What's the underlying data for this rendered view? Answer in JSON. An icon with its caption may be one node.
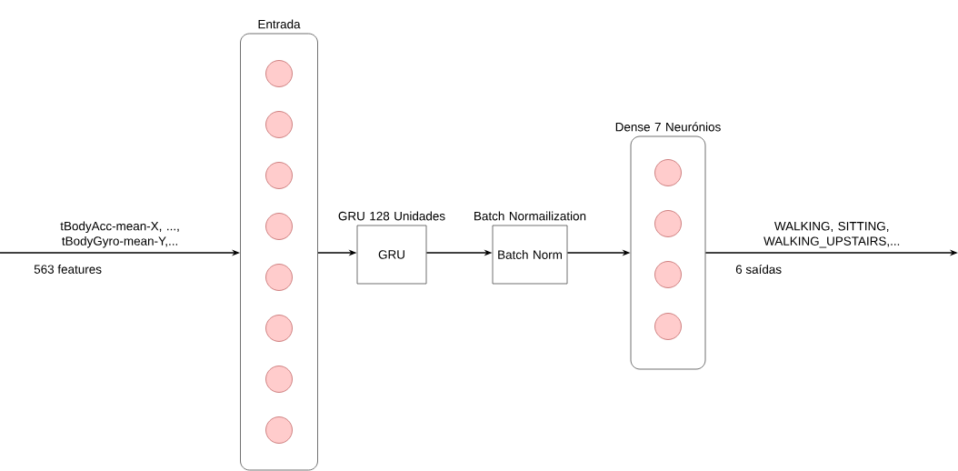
{
  "diagram": {
    "nodes": [
      {
        "text": [
          "Entrada"
        ]
      },
      {
        "text": [],
        "shape": "circle",
        "in": 0
      },
      {
        "text": [],
        "shape": "circle",
        "in": 0
      },
      {
        "text": [],
        "shape": "circle",
        "in": 0
      },
      {
        "text": [],
        "shape": "circle",
        "in": 0
      },
      {
        "text": [],
        "shape": "circle",
        "in": 0
      },
      {
        "text": [],
        "shape": "circle",
        "in": 0
      },
      {
        "text": [],
        "shape": "circle",
        "in": 0
      },
      {
        "text": [],
        "shape": "circle",
        "in": 0
      },
      {
        "text": [
          "GRU 128 Unidades",
          "GRU"
        ]
      },
      {
        "text": [
          "Batch Normailization",
          "Batch Norm"
        ]
      },
      {
        "text": [
          "Dense 7 Neurónios"
        ]
      },
      {
        "text": [],
        "shape": "circle",
        "in": 11
      },
      {
        "text": [],
        "shape": "circle",
        "in": 11
      },
      {
        "text": [],
        "shape": "circle",
        "in": 11
      },
      {
        "text": [],
        "shape": "circle",
        "in": 11
      }
    ],
    "edges": [
      {
        "from": null,
        "to": 0,
        "arrow": "to",
        "label": "tBodyAcc-mean-X, ..., tBodyGyro-mean-Y,..."
      },
      {
        "from": 0,
        "to": 9,
        "arrow": "to"
      },
      {
        "from": 9,
        "to": 10,
        "arrow": "to"
      },
      {
        "from": 10,
        "to": 11,
        "arrow": "to"
      },
      {
        "from": 11,
        "to": null,
        "arrow": "to",
        "label": "WALKING, SITTING, WALKING_UPSTAIRS,..."
      }
    ],
    "labels": [
      "563 features",
      "6 saídas"
    ]
  }
}
